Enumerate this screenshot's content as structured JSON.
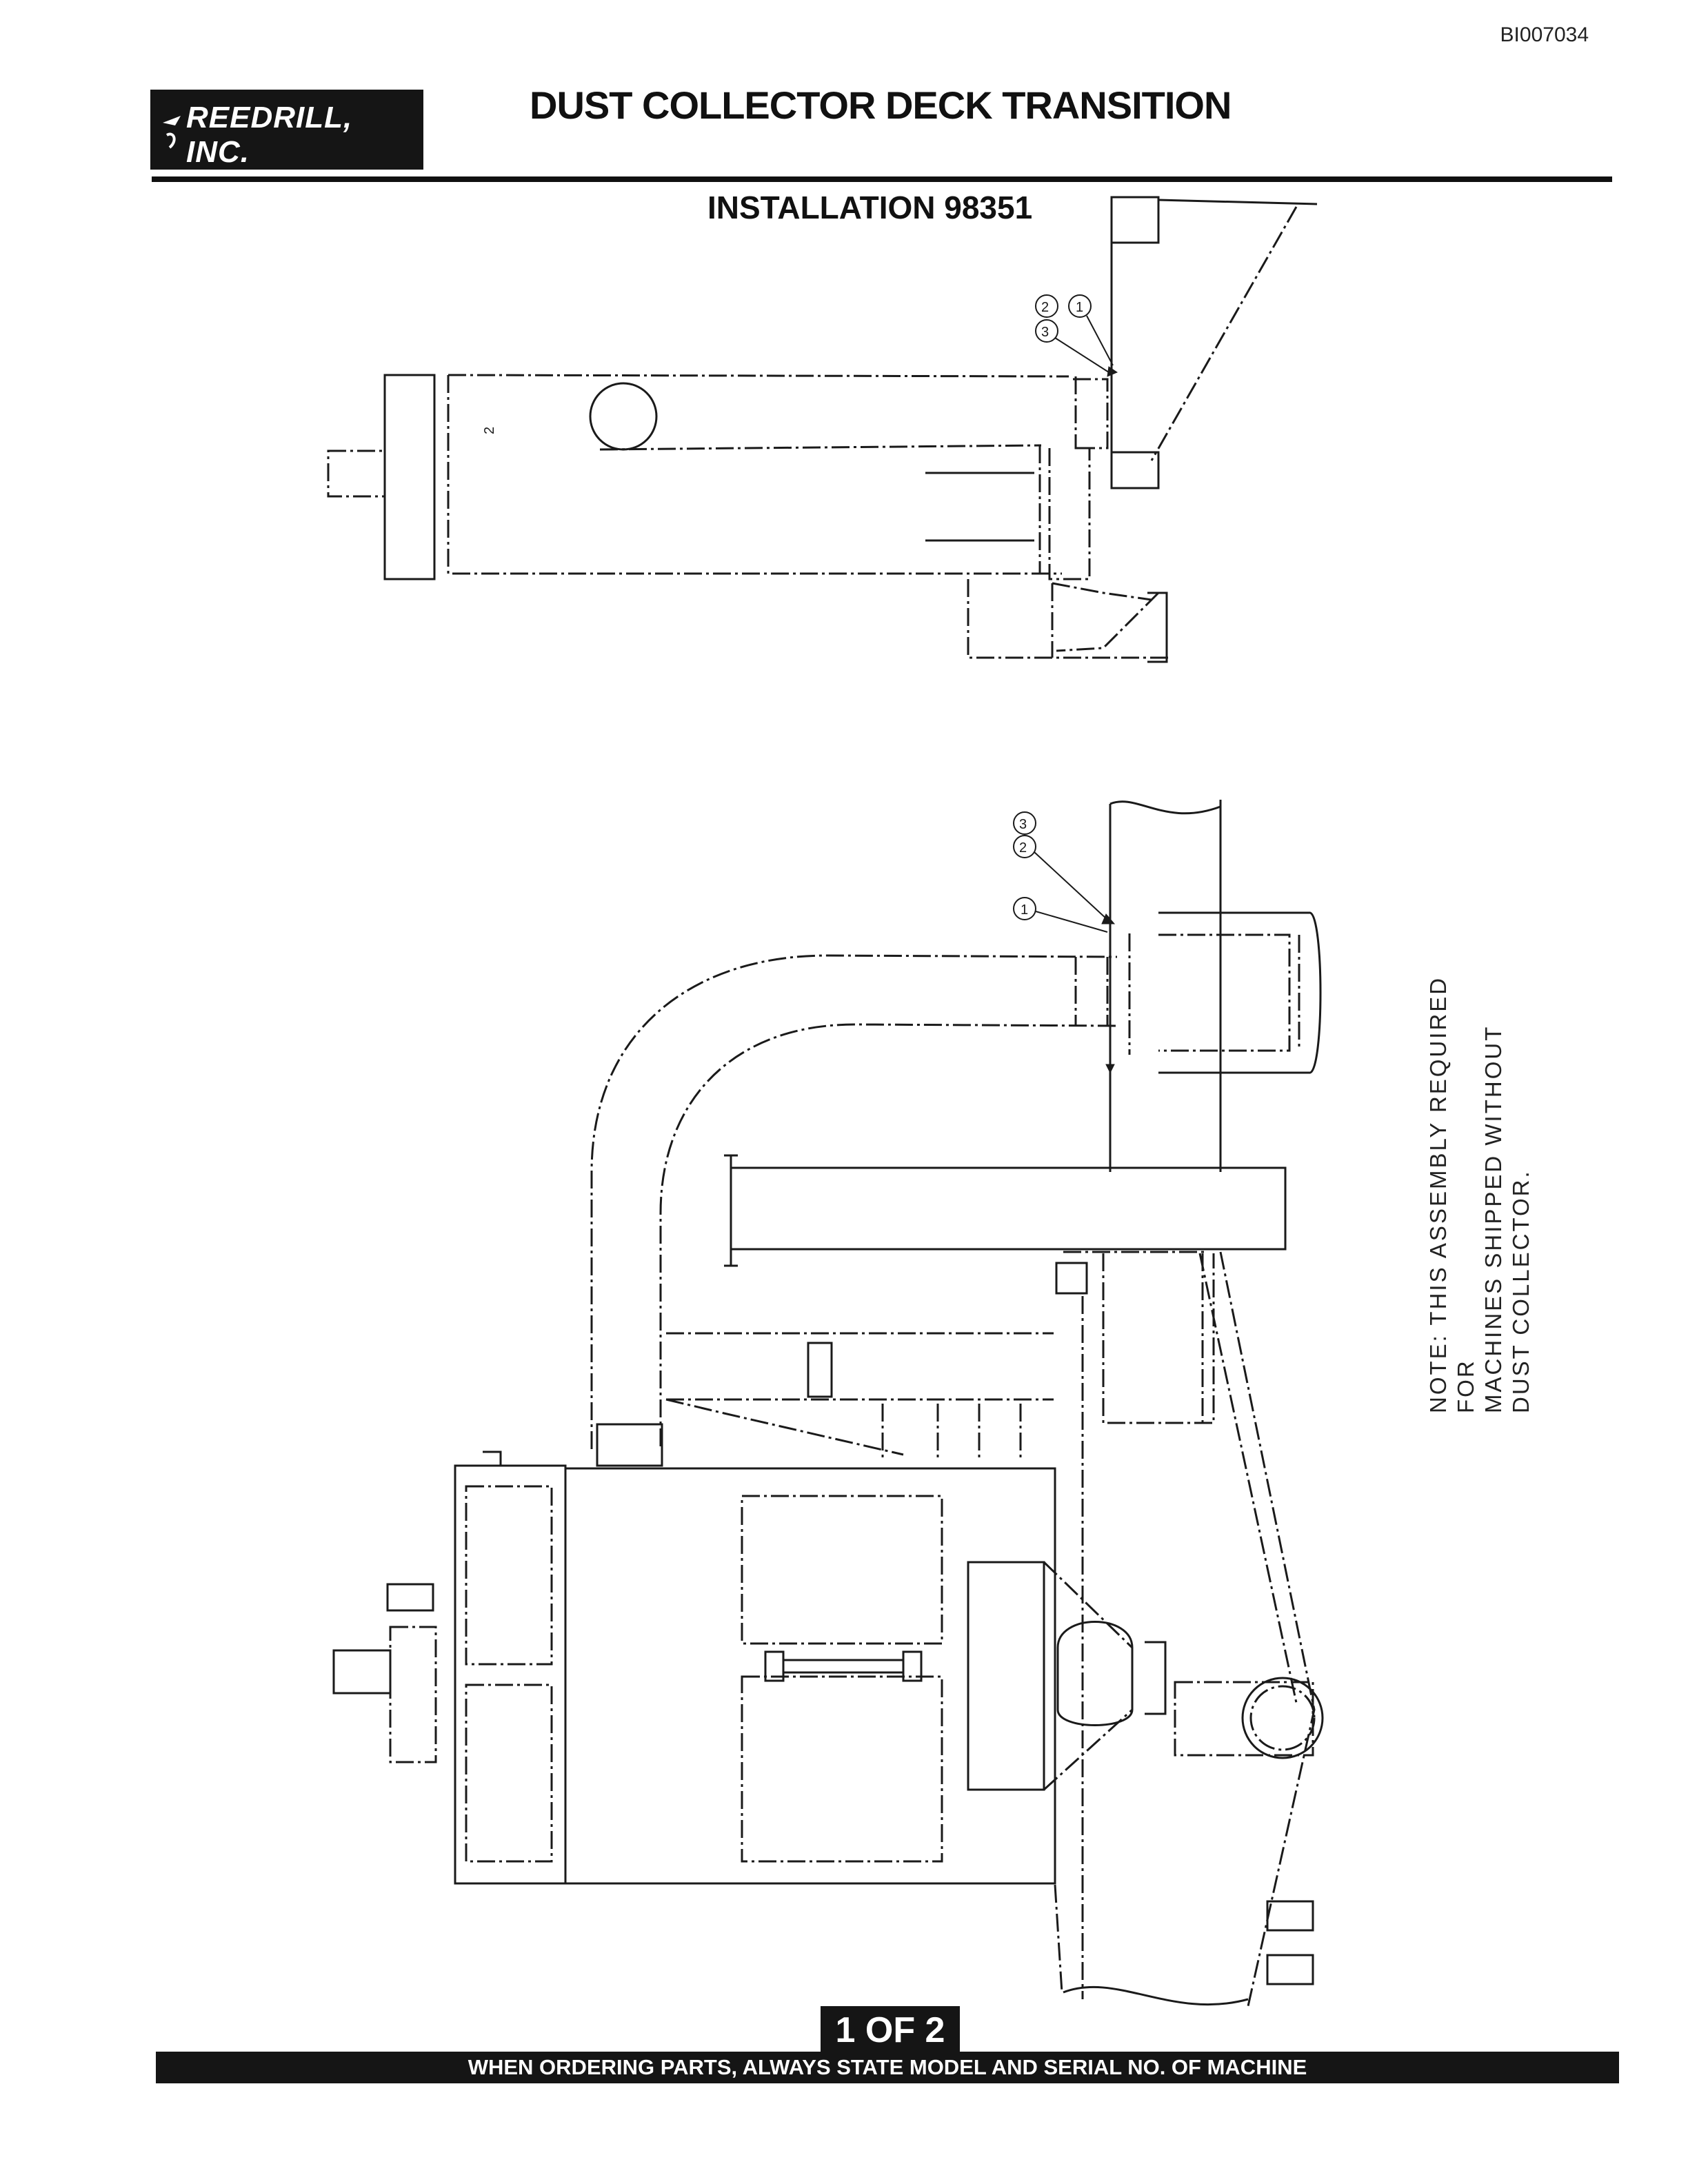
{
  "header": {
    "doc_id": "BI007034",
    "logo_text": "REEDRILL, INC.",
    "title": "DUST COLLECTOR DECK TRANSITION"
  },
  "drawing": {
    "subtitle": "INSTALLATION 98351",
    "callouts": [
      "1",
      "2",
      "3"
    ],
    "note": "NOTE: THIS ASSEMBLY REQUIRED FOR\nMACHINES SHIPPED WITHOUT\nDUST COLLECTOR."
  },
  "footer": {
    "page_label": "1 OF 2",
    "ordering_note": "WHEN ORDERING PARTS, ALWAYS STATE MODEL AND SERIAL NO. OF MACHINE"
  }
}
